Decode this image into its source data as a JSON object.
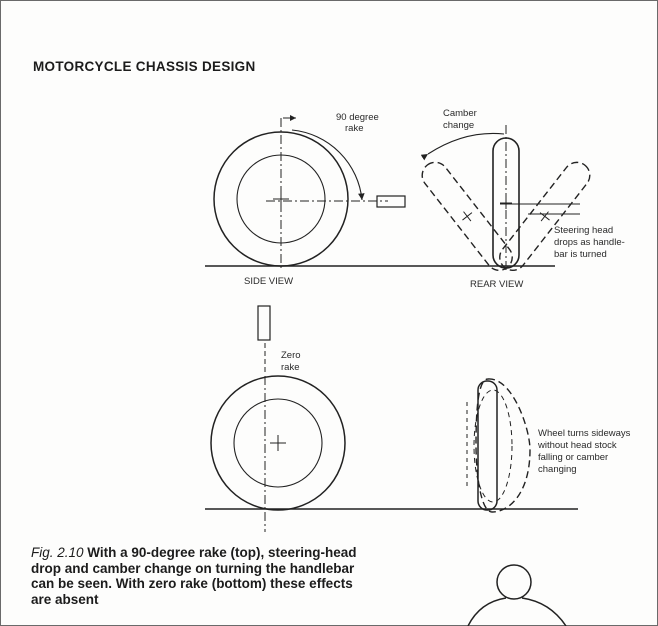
{
  "page": {
    "running_head": "MOTORCYCLE CHASSIS DESIGN"
  },
  "figure": {
    "top": {
      "rake_label_line1": "90 degree",
      "rake_label_line2": "rake",
      "camber_label_line1": "Camber",
      "camber_label_line2": "change",
      "steering_note_line1": "Steering head",
      "steering_note_line2": "drops as handle-",
      "steering_note_line3": "bar is turned",
      "side_view_label": "SIDE VIEW",
      "rear_view_label": "REAR VIEW"
    },
    "bottom": {
      "rake_label_line1": "Zero",
      "rake_label_line2": "rake",
      "wheel_note_line1": "Wheel turns sideways",
      "wheel_note_line2": "without head stock",
      "wheel_note_line3": "falling or camber",
      "wheel_note_line4": "changing"
    }
  },
  "caption": {
    "fig_ref": "Fig. 2.10",
    "line1": " With a 90-degree rake (top), steering-head",
    "line2": "drop and camber change on turning the handlebar",
    "line3": "can be seen. With zero rake (bottom) these effects",
    "line4": "are absent"
  }
}
